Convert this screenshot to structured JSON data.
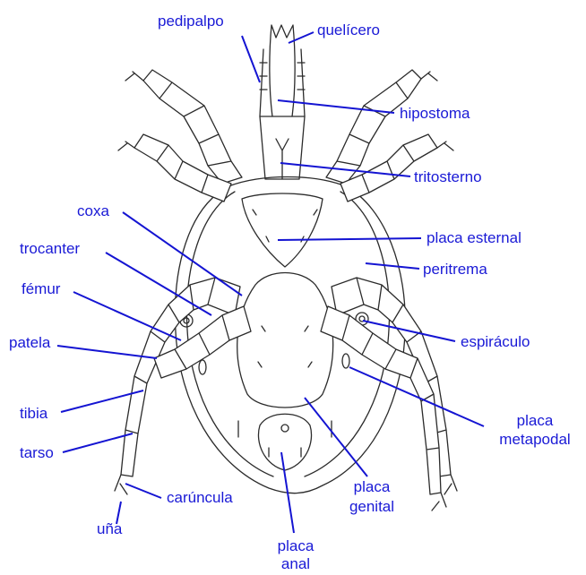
{
  "diagram": {
    "subject": "mite-ventral-anatomy",
    "label_color": "#1a1ad6",
    "line_color": "#2b2b2b",
    "labels": {
      "pedipalpo": "pedipalpo",
      "quelicero": "quelícero",
      "hipostoma": "hipostoma",
      "tritosterno": "tritosterno",
      "coxa": "coxa",
      "placa_esternal": "placa esternal",
      "trocanter": "trocanter",
      "peritrema": "peritrema",
      "femur": "fémur",
      "patela": "patela",
      "espiraculo": "espiráculo",
      "tibia": "tibia",
      "placa_metapodal_1": "placa",
      "placa_metapodal_2": "metapodal",
      "tarso": "tarso",
      "placa_genital_1": "placa",
      "placa_genital_2": "genital",
      "caruncula": "carúncula",
      "una": "uña",
      "placa_anal_1": "placa",
      "placa_anal_2": "anal"
    }
  }
}
